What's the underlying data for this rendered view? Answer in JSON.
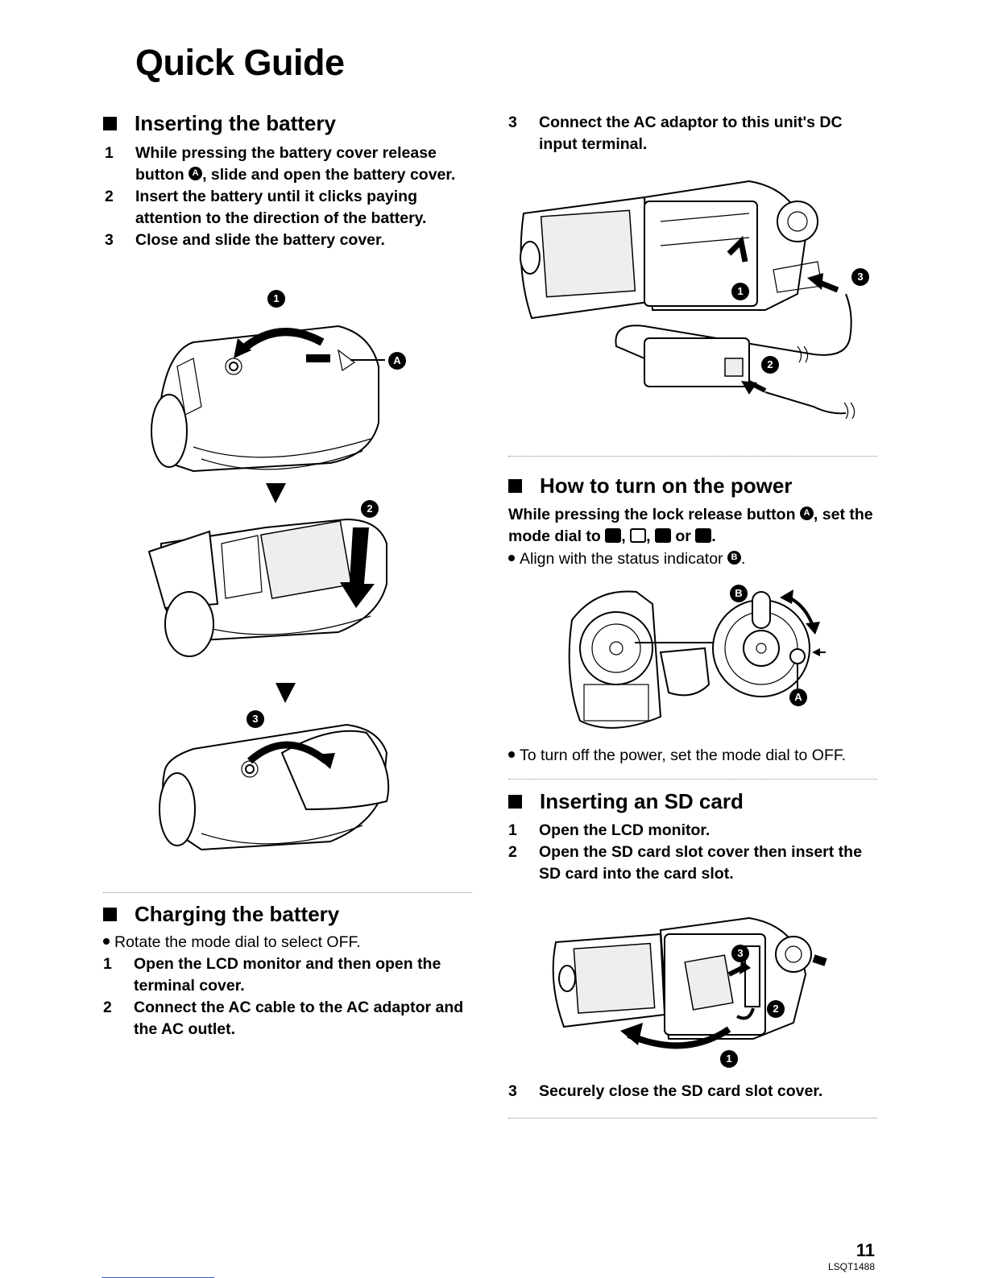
{
  "title": "Quick Guide",
  "battery": {
    "heading": "Inserting the battery",
    "steps": [
      {
        "num": "1",
        "pre": "While pressing the battery cover release button ",
        "marker": "A",
        "post": ", slide and open the battery cover."
      },
      {
        "num": "2",
        "text": "Insert the battery until it clicks paying attention to the direction of the battery."
      },
      {
        "num": "3",
        "text": "Close and slide the battery cover."
      }
    ],
    "figure_markers": [
      "1",
      "2",
      "3",
      "A"
    ]
  },
  "charging": {
    "heading": "Charging the battery",
    "bullet": "Rotate the mode dial to select OFF.",
    "steps": [
      {
        "num": "1",
        "text": "Open the LCD monitor and then open the terminal cover."
      },
      {
        "num": "2",
        "text": "Connect the AC cable to the AC adaptor and the AC outlet."
      },
      {
        "num": "3",
        "text": "Connect the AC adaptor to this unit's DC input terminal."
      }
    ],
    "figure_markers": [
      "1",
      "2",
      "3"
    ]
  },
  "power": {
    "heading": "How to turn on the power",
    "instruction_pre": "While pressing the lock release button ",
    "instruction_marker": "A",
    "instruction_mid": ", set the mode dial to ",
    "instruction_or": " or ",
    "instruction_end": ".",
    "bullet1_pre": "Align with the status indicator ",
    "bullet1_marker": "B",
    "bullet1_end": ".",
    "bullet2": "To turn off the power, set the mode dial to OFF.",
    "figure_markers": [
      "A",
      "B"
    ]
  },
  "sdcard": {
    "heading": "Inserting an SD card",
    "steps": [
      {
        "num": "1",
        "text": "Open the LCD monitor."
      },
      {
        "num": "2",
        "text": "Open the SD card slot cover then insert the SD card into the card slot."
      },
      {
        "num": "3",
        "text": "Securely close the SD card slot cover."
      }
    ],
    "figure_markers": [
      "1",
      "2",
      "3"
    ]
  },
  "footer": {
    "page_number": "11",
    "doc_code": "LSQT1488"
  }
}
